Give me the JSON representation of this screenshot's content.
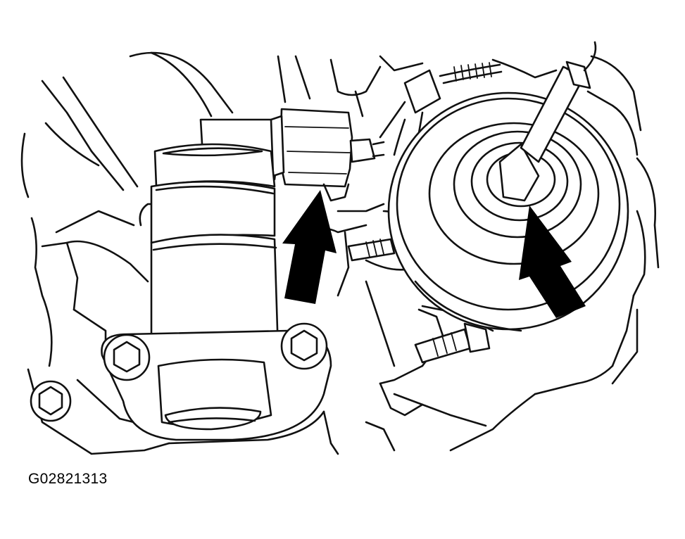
{
  "figure": {
    "code": "G02821313",
    "stroke_color": "#111111",
    "background_color": "#ffffff",
    "callouts": [
      {
        "target": "connector",
        "icon": "arrow-up-icon"
      },
      {
        "target": "vacuum-diaphragm",
        "icon": "arrow-up-icon"
      }
    ]
  }
}
